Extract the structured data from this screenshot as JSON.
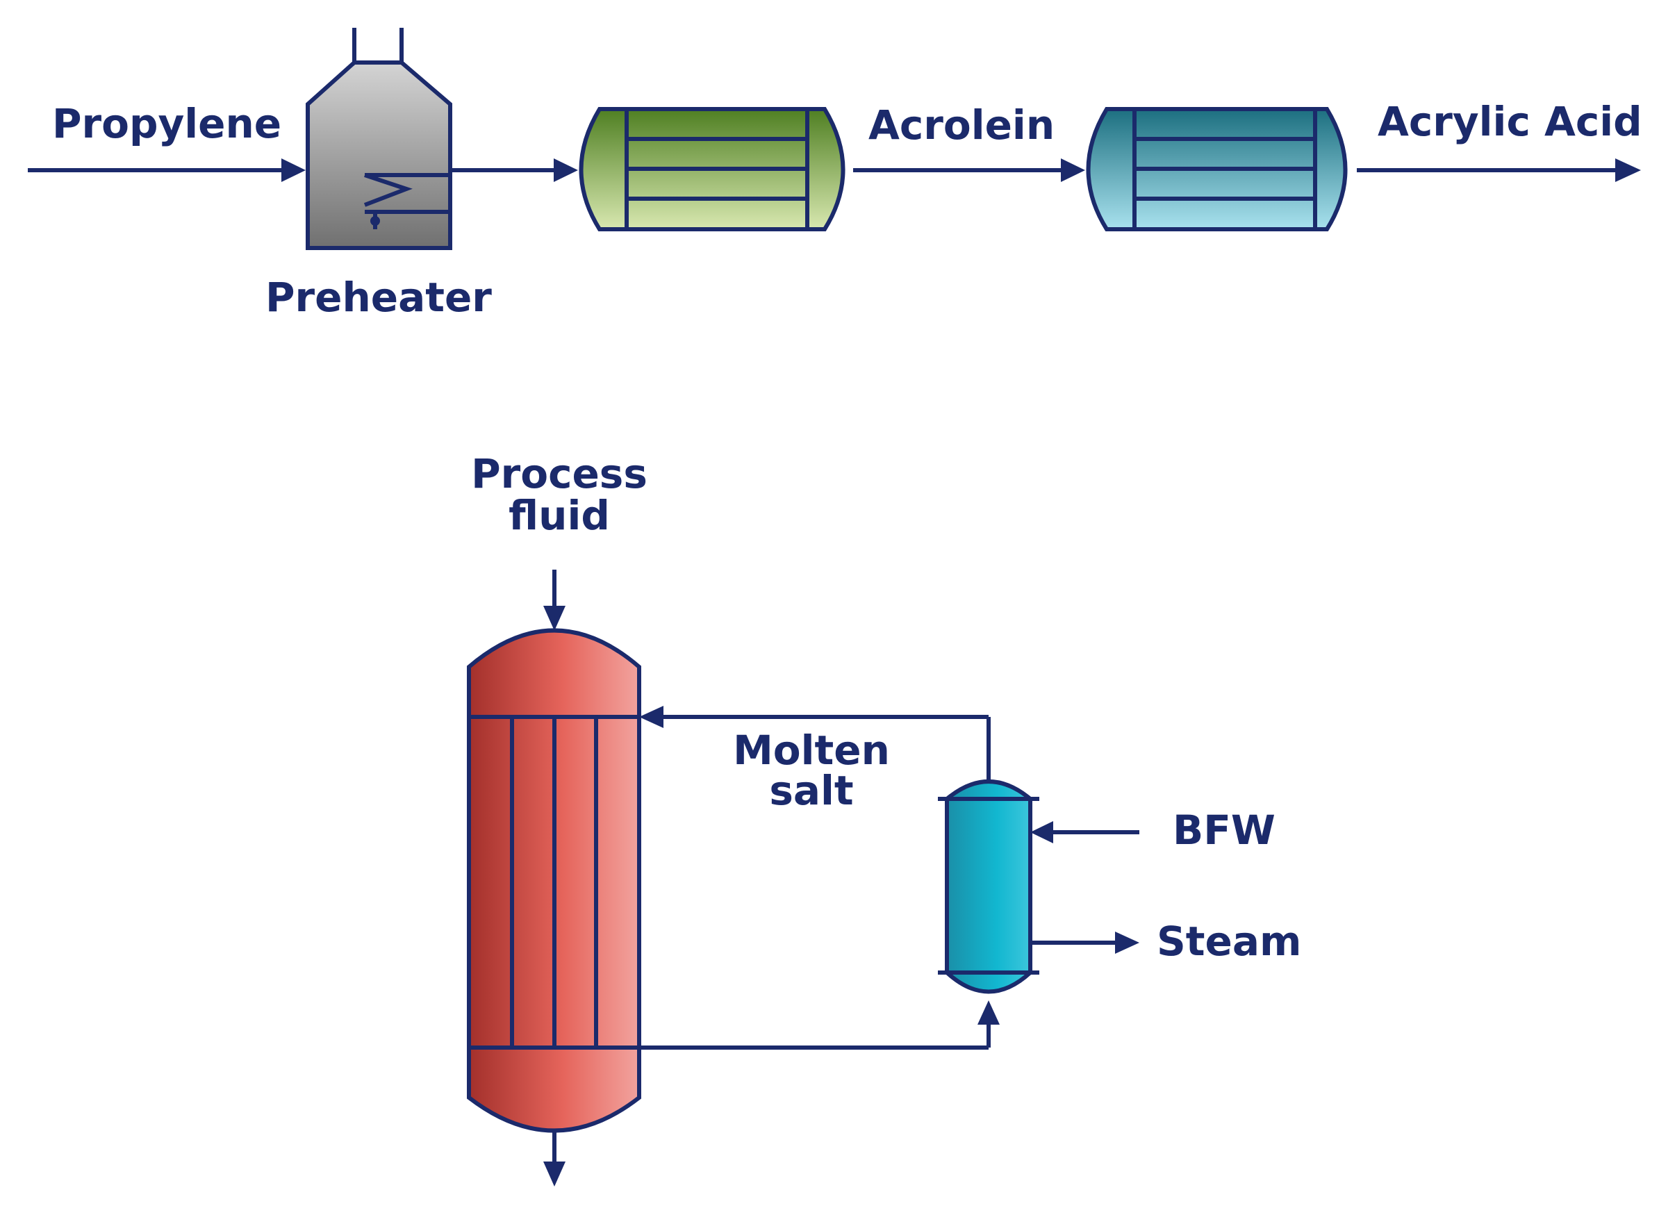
{
  "labels": {
    "propylene": "Propylene",
    "preheater": "Preheater",
    "acrolein": "Acrolein",
    "acrylic_acid": "Acrylic Acid",
    "process_fluid_1": "Process",
    "process_fluid_2": "fluid",
    "molten_salt_1": "Molten",
    "molten_salt_2": "salt",
    "bfw": "BFW",
    "steam": "Steam"
  },
  "colors": {
    "line": "#1b2a6b",
    "preheater": "#8f8f8f",
    "reactor_1": "#6f9a3a",
    "reactor_2": "#2a9cb0",
    "main_reactor": "#d9534a",
    "heat_exchanger": "#19a9c4"
  }
}
